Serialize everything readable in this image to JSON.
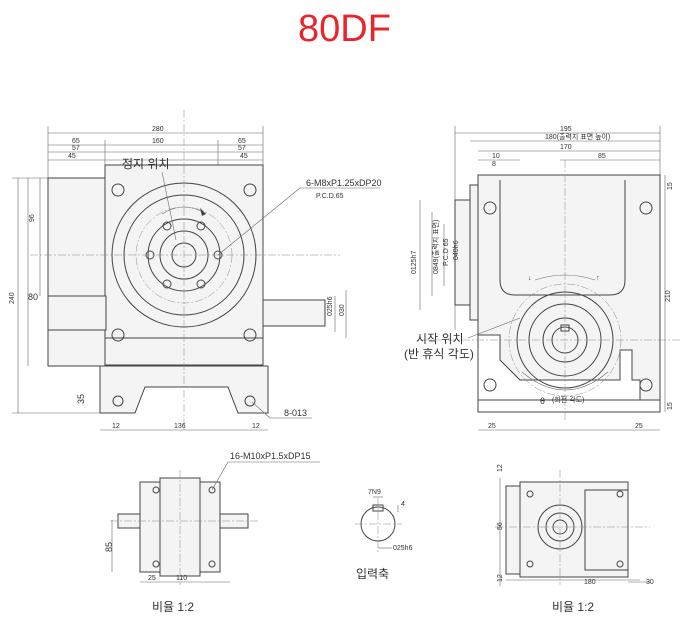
{
  "title": "80DF",
  "front_view": {
    "stop_position_label": "정지 위치",
    "tap_note": "6-M8xP1.25xDP20",
    "pcd_note": "P.C.D.65",
    "hole_note": "8-013",
    "dim_280": "280",
    "dim_160": "160",
    "dim_65a": "65",
    "dim_65b": "65",
    "dim_57a": "57",
    "dim_57b": "57",
    "dim_45a": "45",
    "dim_45b": "45",
    "dim_240": "240",
    "dim_80": "80",
    "dim_35": "35",
    "dim_12a": "12",
    "dim_12b": "12",
    "dim_136": "136",
    "dim_025h6": "025h6",
    "dim_030": "030",
    "dim_96": "96"
  },
  "side_view": {
    "dim_195": "195",
    "dim_180": "180(출력지 표면 높이)",
    "dim_170": "170",
    "dim_10": "10",
    "dim_8": "8",
    "dim_85": "85",
    "dim_15a": "15",
    "dim_15b": "15",
    "dim_25a": "25",
    "dim_25b": "25",
    "dim_210": "210",
    "dim_0125h7": "0125h7",
    "dim_0849": "0849(출력지 표면)",
    "dim_pcd": "P.C.D 65",
    "dim_0d": "040h6",
    "start_position_label1": "시작 위치",
    "start_position_label2": "(반 휴식 각도)",
    "theta_label": "θ",
    "rotation_label": "(회전 각도)"
  },
  "bottom_left": {
    "tap_note": "16-M10xP1.5xDP15",
    "dim_85": "85",
    "dim_25": "25",
    "dim_110": "110",
    "scale": "비율 1:2"
  },
  "input_shaft": {
    "dim_7n9": "7N9",
    "dim_4": "4",
    "dim_025h6": "025h6",
    "label": "입력축"
  },
  "bottom_right": {
    "dim_12a": "12",
    "dim_12b": "12",
    "dim_56": "56",
    "dim_180": "180",
    "dim_30": "30",
    "scale": "비율 1:2"
  }
}
